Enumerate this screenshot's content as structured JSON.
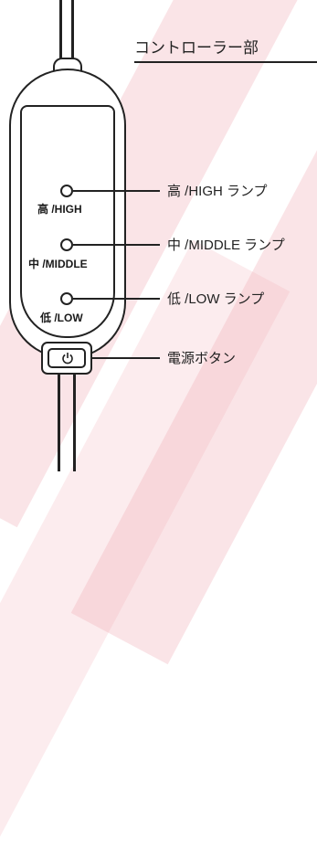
{
  "title": "コントローラー部",
  "lamps": [
    {
      "label": "高 /HIGH",
      "callout": "高 /HIGH ランプ"
    },
    {
      "label": "中 /MIDDLE",
      "callout": "中 /MIDDLE ランプ"
    },
    {
      "label": "低 /LOW",
      "callout": "低 /LOW ランプ"
    }
  ],
  "power_button": {
    "callout": "電源ボタン"
  },
  "icons": {
    "power": "power-icon"
  }
}
